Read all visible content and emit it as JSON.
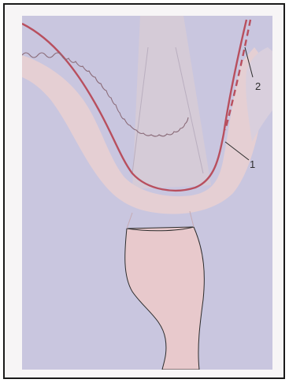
{
  "figure": {
    "labels": [
      {
        "id": "1",
        "text": "1"
      },
      {
        "id": "2",
        "text": "2"
      }
    ],
    "colors": {
      "background": "#c9c6df",
      "tissue": "#e8cfd2",
      "tissue_inner": "#ead8d6",
      "tooth": "#e9d9cf",
      "root": "#e8c9cc",
      "red_line": "#b84f5e",
      "outline": "#2c2c2c"
    }
  }
}
